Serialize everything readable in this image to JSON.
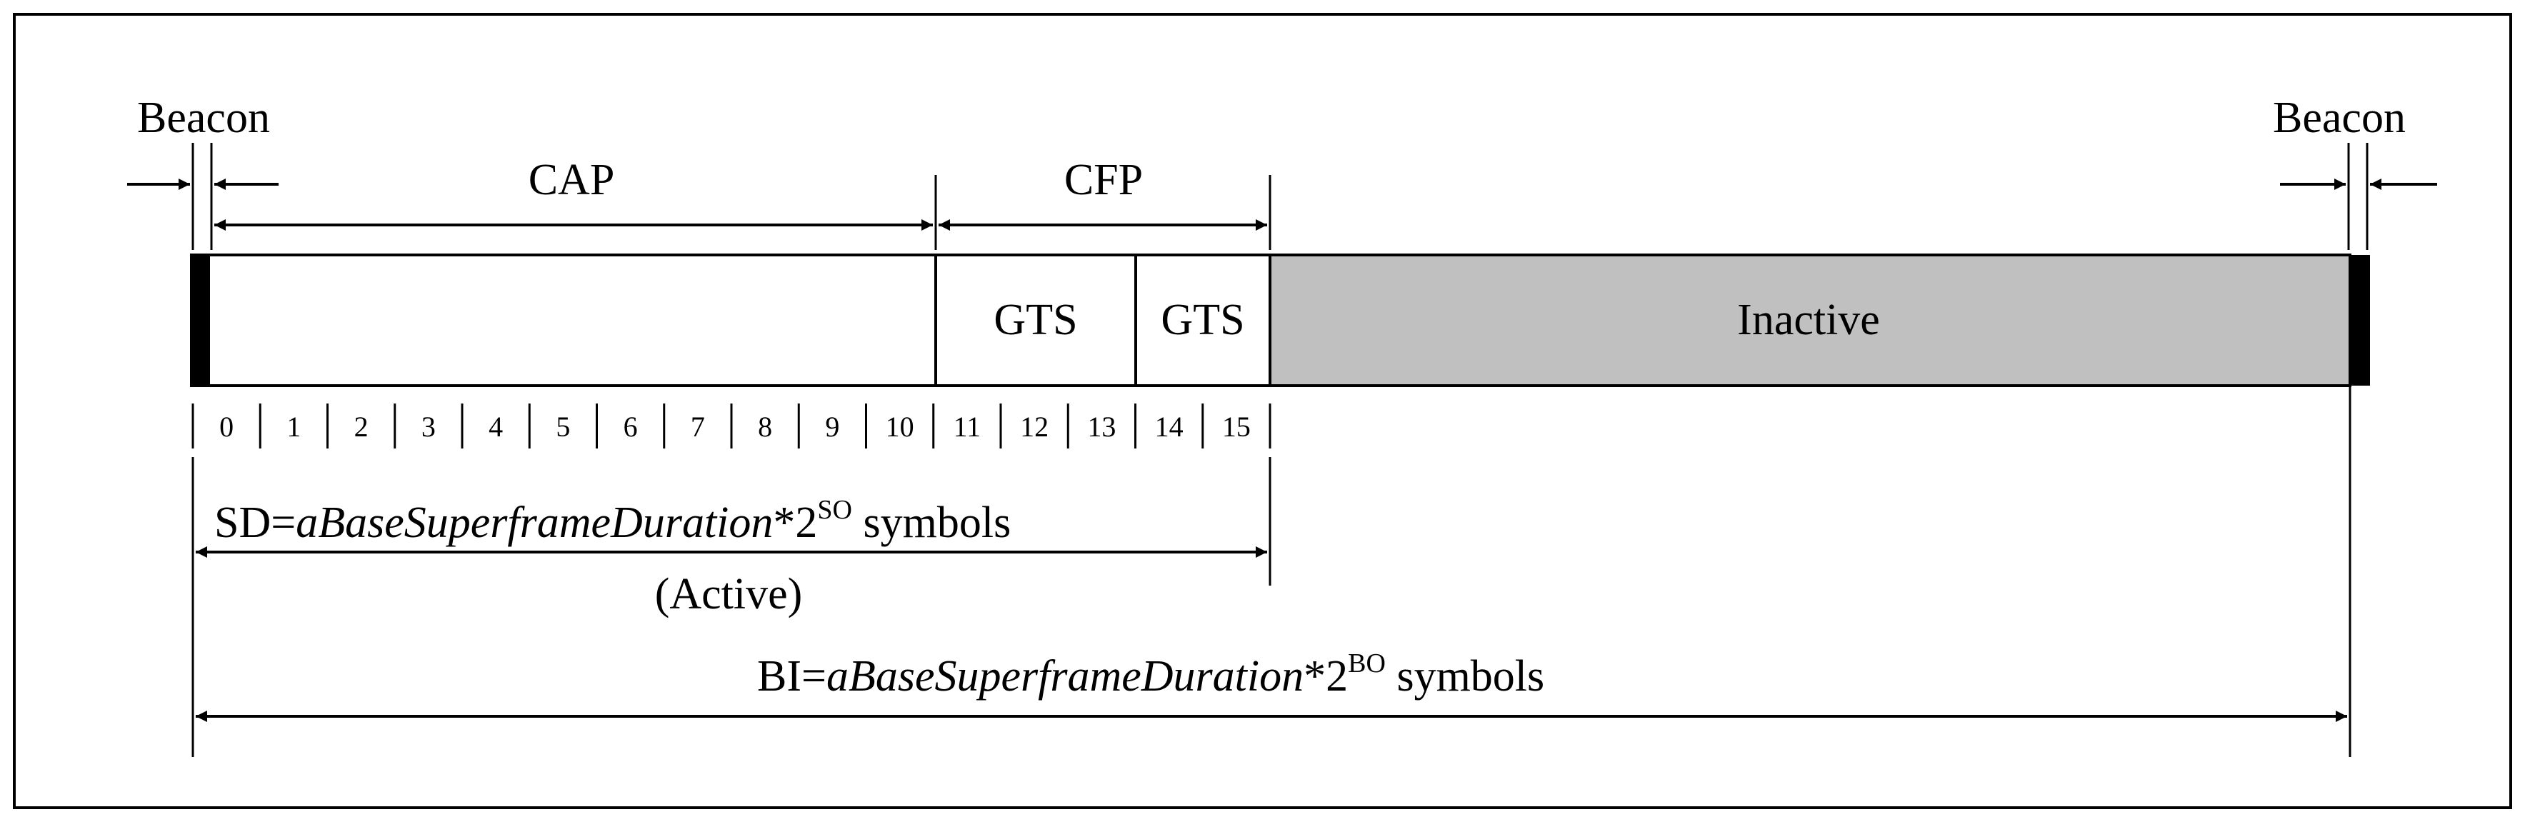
{
  "labels": {
    "beacon_left": "Beacon",
    "beacon_right": "Beacon",
    "cap": "CAP",
    "cfp": "CFP",
    "gts_1": "GTS",
    "gts_2": "GTS",
    "inactive": "Inactive",
    "active": "(Active)"
  },
  "slots": [
    "0",
    "1",
    "2",
    "3",
    "4",
    "5",
    "6",
    "7",
    "8",
    "9",
    "10",
    "11",
    "12",
    "13",
    "14",
    "15"
  ],
  "sd_formula": {
    "prefix": "SD=",
    "var": "aBaseSuperframeDuration",
    "mult": "*2",
    "exp": "SO",
    "suffix": " symbols"
  },
  "bi_formula": {
    "prefix": "BI=",
    "var": "aBaseSuperframeDuration",
    "mult": "*2",
    "exp": "BO",
    "suffix": " symbols"
  },
  "colors": {
    "inactive_fill": "#c0c0c0",
    "beacon_fill": "#000000",
    "line": "#000000"
  }
}
